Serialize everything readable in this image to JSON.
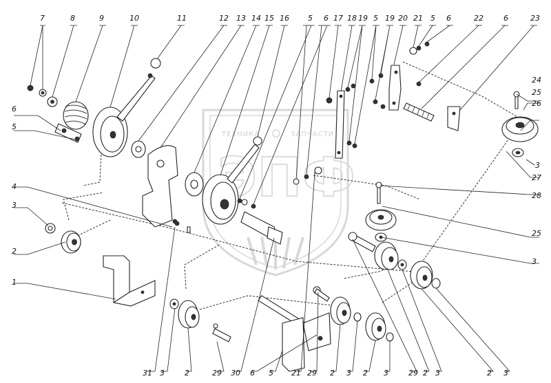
{
  "watermark": {
    "line1": "ТЕХНИКА",
    "line2": "ЗАПЧАСТИ",
    "logo": "ЭПФ"
  },
  "labels": [
    {
      "id": "t7",
      "text": "7"
    },
    {
      "id": "t8",
      "text": "8"
    },
    {
      "id": "t9",
      "text": "9"
    },
    {
      "id": "t10",
      "text": "10"
    },
    {
      "id": "t11",
      "text": "11"
    },
    {
      "id": "t12",
      "text": "12"
    },
    {
      "id": "t13",
      "text": "13"
    },
    {
      "id": "t14",
      "text": "14"
    },
    {
      "id": "t15",
      "text": "15"
    },
    {
      "id": "t16",
      "text": "16"
    },
    {
      "id": "t5a",
      "text": "5"
    },
    {
      "id": "t6a",
      "text": "6"
    },
    {
      "id": "t17",
      "text": "17"
    },
    {
      "id": "t18",
      "text": "18"
    },
    {
      "id": "t19a",
      "text": "19"
    },
    {
      "id": "t5b",
      "text": "5"
    },
    {
      "id": "t19b",
      "text": "19"
    },
    {
      "id": "t20",
      "text": "20"
    },
    {
      "id": "t21a",
      "text": "21"
    },
    {
      "id": "t5c",
      "text": "5"
    },
    {
      "id": "t6b",
      "text": "6"
    },
    {
      "id": "t22",
      "text": "22"
    },
    {
      "id": "t6c",
      "text": "6"
    },
    {
      "id": "t23",
      "text": "23"
    },
    {
      "id": "t6d",
      "text": "6"
    },
    {
      "id": "t5d",
      "text": "5"
    },
    {
      "id": "t24",
      "text": "24"
    },
    {
      "id": "t25a",
      "text": "25"
    },
    {
      "id": "t26",
      "text": "26"
    },
    {
      "id": "t3a",
      "text": "3"
    },
    {
      "id": "t27",
      "text": "27"
    },
    {
      "id": "t28",
      "text": "28"
    },
    {
      "id": "t4",
      "text": "4"
    },
    {
      "id": "t3b",
      "text": "3"
    },
    {
      "id": "t25b",
      "text": "25"
    },
    {
      "id": "t2a",
      "text": "2"
    },
    {
      "id": "t3c",
      "text": "3"
    },
    {
      "id": "t1",
      "text": "1"
    },
    {
      "id": "t31",
      "text": "31"
    },
    {
      "id": "t3d",
      "text": "3"
    },
    {
      "id": "t2b",
      "text": "2"
    },
    {
      "id": "t29a",
      "text": "29"
    },
    {
      "id": "t30",
      "text": "30"
    },
    {
      "id": "t6e",
      "text": "6"
    },
    {
      "id": "t5e",
      "text": "5"
    },
    {
      "id": "t21b",
      "text": "21"
    },
    {
      "id": "t29b",
      "text": "29"
    },
    {
      "id": "t2c",
      "text": "2"
    },
    {
      "id": "t3e",
      "text": "3"
    },
    {
      "id": "t2d",
      "text": "2"
    },
    {
      "id": "t3f",
      "text": "3"
    },
    {
      "id": "t29c",
      "text": "29"
    },
    {
      "id": "t2e",
      "text": "2"
    },
    {
      "id": "t3g",
      "text": "3"
    },
    {
      "id": "t2f",
      "text": "2"
    },
    {
      "id": "t3h",
      "text": "3"
    }
  ]
}
